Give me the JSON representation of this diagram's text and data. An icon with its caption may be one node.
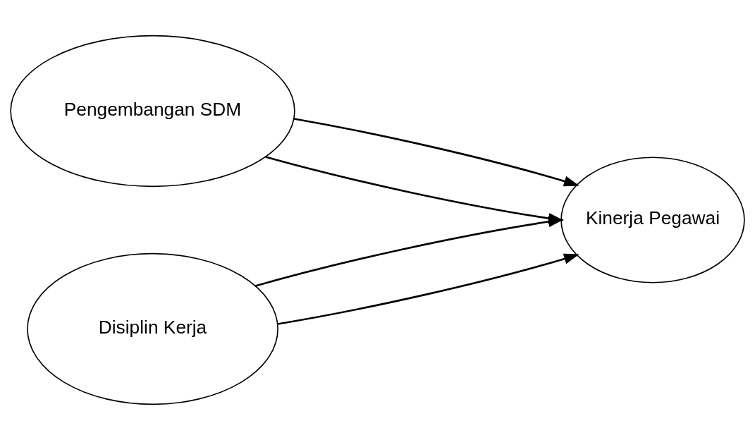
{
  "diagram": {
    "nodes": [
      {
        "text": [
          "Pengembangan SDM"
        ]
      },
      {
        "text": [
          "Disiplin Kerja"
        ]
      },
      {
        "text": [
          "Kinerja Pegawai"
        ]
      }
    ],
    "edges": [
      {
        "from": 0,
        "to": 2,
        "arrow": "to"
      },
      {
        "from": 0,
        "to": 2,
        "arrow": "to"
      },
      {
        "from": 1,
        "to": 2,
        "arrow": "to"
      },
      {
        "from": 1,
        "to": 2,
        "arrow": "to"
      }
    ]
  }
}
